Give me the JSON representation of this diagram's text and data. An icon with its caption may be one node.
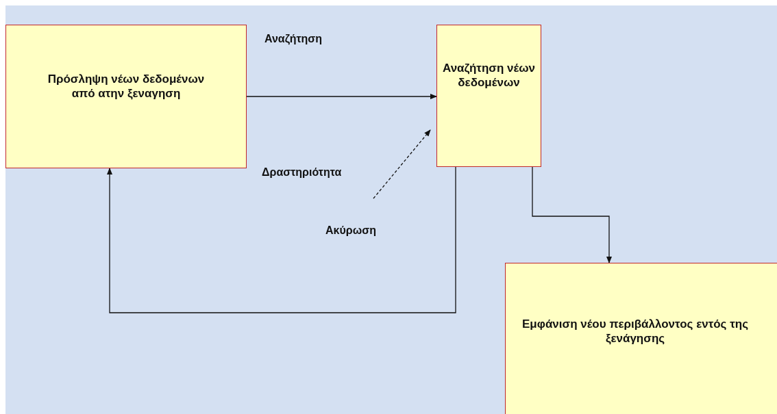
{
  "diagram": {
    "nodes": [
      {
        "text": [
          "Πρόσληψη νέων δεδομένων από ατην ξεναγηση"
        ]
      },
      {
        "text": [
          "Αναζήτηση νέων δεδομένων"
        ]
      },
      {
        "text": [
          "Εμφάνιση νέου περιβάλλοντος εντός της ξενάγησης"
        ]
      }
    ],
    "edges": [
      {
        "from": 0,
        "to": 1,
        "arrow": "to"
      },
      {
        "from": null,
        "to": 1,
        "arrow": "to",
        "style": "dashed"
      },
      {
        "from": 1,
        "to": 0,
        "arrow": "to"
      },
      {
        "from": 1,
        "to": 2,
        "arrow": "to"
      }
    ],
    "labels": [
      "Αναζήτηση",
      "Δραστηριότητα",
      "Ακύρωση"
    ]
  }
}
